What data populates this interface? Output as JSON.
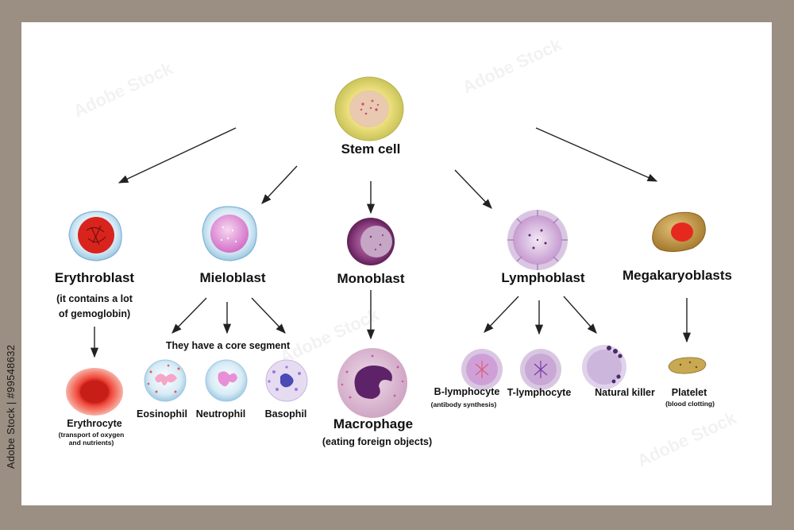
{
  "stem_cell": "Stem cell",
  "erythroblast": {
    "name": "Erythroblast",
    "note_line1": "(it contains a lot",
    "note_line2": "of gemoglobin)"
  },
  "mieloblast": {
    "name": "Mieloblast",
    "subtitle": "They have a core segment"
  },
  "monoblast": {
    "name": "Monoblast"
  },
  "lymphoblast": {
    "name": "Lymphoblast"
  },
  "megakaryoblasts": {
    "name": "Megakaryoblasts"
  },
  "erythrocyte": {
    "name": "Erythrocyte",
    "note_line1": "(transport of oxygen",
    "note_line2": "and nutrients)"
  },
  "eosinophil": "Eosinophil",
  "neutrophil": "Neutrophil",
  "basophil": "Basophil",
  "macrophage": {
    "name": "Macrophage",
    "note": "(eating foreign objects)"
  },
  "b_lymphocyte": {
    "name": "B-lymphocyte",
    "note": "(antibody synthesis)"
  },
  "t_lymphocyte": "T-lymphocyte",
  "natural_killer": "Natural killer",
  "platelet": {
    "name": "Platelet",
    "note": "(blood clotting)"
  },
  "side_credit": "Adobe Stock | #99548632",
  "watermark": "Adobe Stock",
  "colors": {
    "frame": "#9a8f82",
    "background": "#ffffff",
    "text": "#111111",
    "arrow": "#222222",
    "erythroblast_nucleus": "#d8241c",
    "erythrocyte": "#e8362f",
    "monoblast": "#7d2f72",
    "megakaryoblast": "#c49a48",
    "platelet": "#c8a850"
  }
}
